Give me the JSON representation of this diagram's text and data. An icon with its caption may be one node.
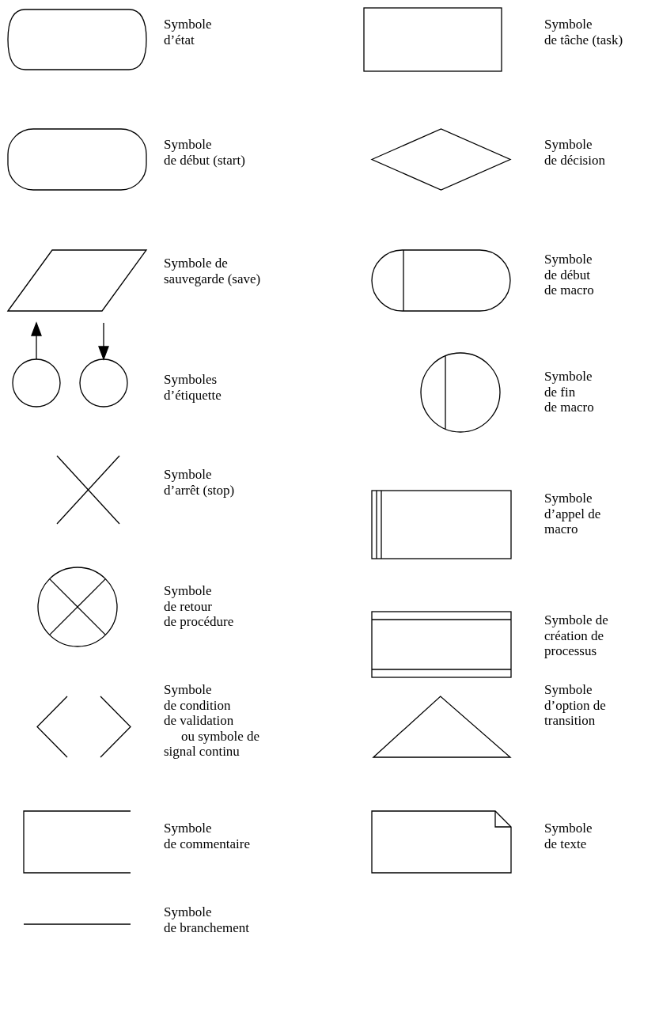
{
  "diagram": {
    "nodes": [
      {
        "text": [],
        "shape": "box",
        "beside": [
          "Symbole d’état"
        ]
      },
      {
        "text": [],
        "shape": "box",
        "beside": [
          "Symbole de tâche (task)"
        ]
      },
      {
        "text": [],
        "shape": "box",
        "beside": [
          "Symbole de début (start)"
        ]
      },
      {
        "text": [],
        "shape": "diamond",
        "beside": [
          "Symbole de décision"
        ]
      },
      {
        "text": [],
        "shape": "parallelogram",
        "beside": [
          "Symbole de sauvegarde (save)"
        ]
      },
      {
        "text": [],
        "shape": "stadium",
        "beside": [
          "Symbole de début de macro"
        ]
      },
      {
        "text": [],
        "shape": "circle",
        "beside": [
          "Symboles d’étiquette"
        ]
      },
      {
        "text": [],
        "shape": "circle",
        "beside": [
          "Symbole de fin de macro"
        ]
      },
      {
        "text": [],
        "shape": "cross",
        "beside": [
          "Symbole d’arrêt (stop)"
        ]
      },
      {
        "text": [],
        "shape": "box",
        "beside": [
          "Symbole d’appel de macro"
        ]
      },
      {
        "text": [],
        "shape": "circle",
        "beside": [
          "Symbole de retour de procédure"
        ]
      },
      {
        "text": [],
        "shape": "box",
        "beside": [
          "Symbole de création de processus"
        ]
      },
      {
        "text": [],
        "shape": "chevrons",
        "beside": [
          "Symbole de condition de validation ou symbole de signal continu"
        ]
      },
      {
        "text": [],
        "shape": "triangle",
        "beside": [
          "Symbole d’option de transition"
        ]
      },
      {
        "text": [],
        "shape": "bracket",
        "beside": [
          "Symbole de commentaire"
        ]
      },
      {
        "text": [],
        "shape": "document",
        "beside": [
          "Symbole de texte"
        ]
      },
      {
        "text": [],
        "shape": "line",
        "beside": [
          "Symbole de branchement"
        ]
      }
    ]
  }
}
